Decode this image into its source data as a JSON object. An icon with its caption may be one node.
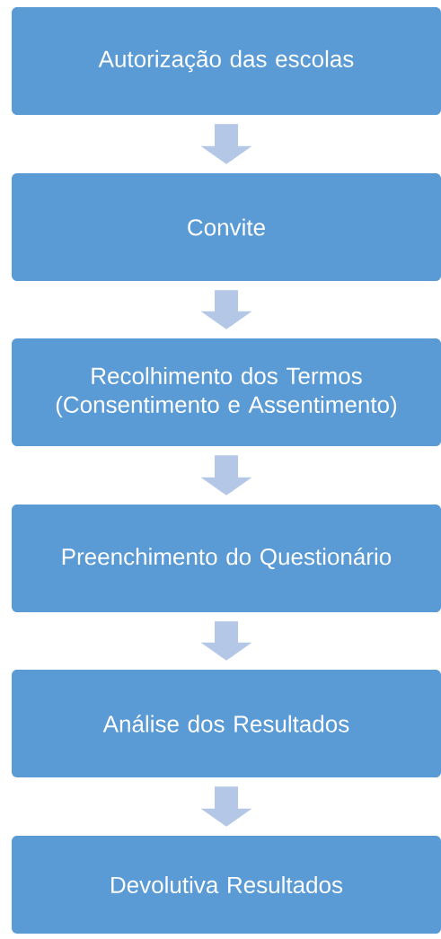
{
  "diagram": {
    "nodes": [
      {
        "text": [
          "Autorização das escolas"
        ]
      },
      {
        "text": [
          "Convite"
        ]
      },
      {
        "text": [
          "Recolhimento dos Termos (Consentimento e Assentimento)"
        ]
      },
      {
        "text": [
          "Preenchimento do Questionário"
        ]
      },
      {
        "text": [
          "Análise dos Resultados"
        ]
      },
      {
        "text": [
          "Devolutiva Resultados"
        ]
      }
    ],
    "edges": [
      {
        "from": 0,
        "to": 1,
        "arrow": "to"
      },
      {
        "from": 1,
        "to": 2,
        "arrow": "to"
      },
      {
        "from": 2,
        "to": 3,
        "arrow": "to"
      },
      {
        "from": 3,
        "to": 4,
        "arrow": "to"
      },
      {
        "from": 4,
        "to": 5,
        "arrow": "to"
      }
    ]
  }
}
